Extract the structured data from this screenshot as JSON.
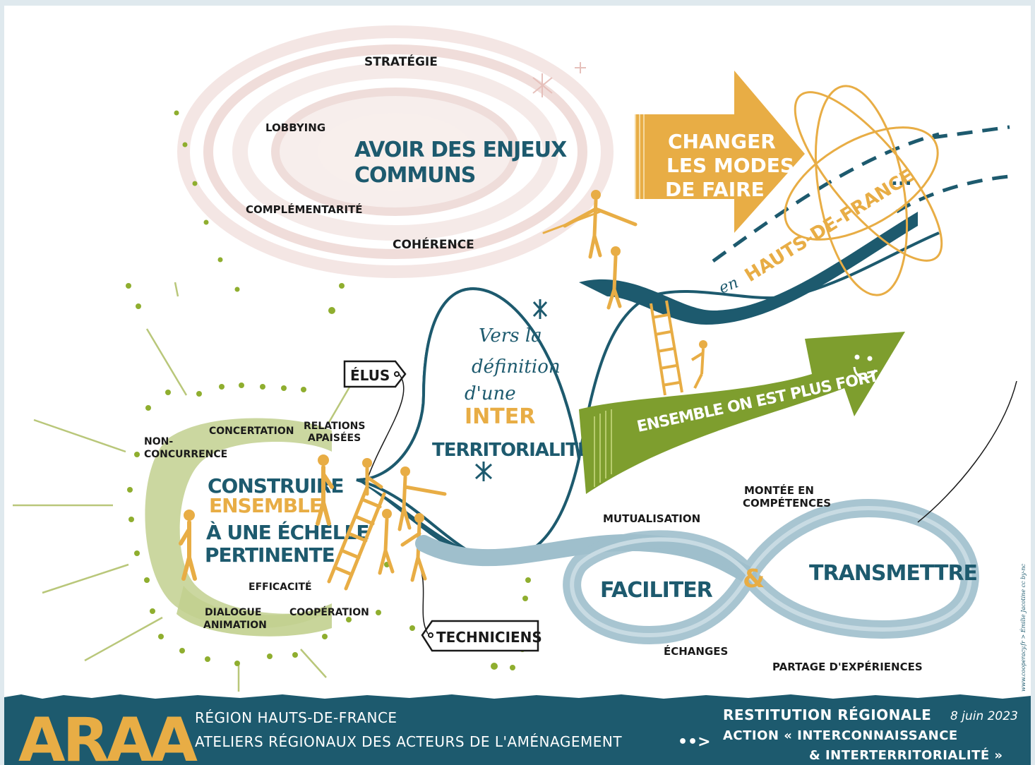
{
  "sun_cloud": {
    "title_line1": "AVOIR DES ENJEUX",
    "title_line2": "COMMUNS",
    "keywords": [
      "STRATÉGIE",
      "LOBBYING",
      "COMPLÉMENTARITÉ",
      "COHÉRENCE"
    ]
  },
  "arrow_orange": {
    "line1": "CHANGER",
    "line2": "LES MODES",
    "line3": "DE FAIRE"
  },
  "road_label": {
    "prefix": "en",
    "text": "HAUTS-DE-FRANCE",
    "ellipsis": "..."
  },
  "center_bubble": {
    "line1": "Vers la",
    "line2": "définition",
    "line3": "d'une",
    "line4": "INTER",
    "line5": "TERRITORIALITÉ"
  },
  "arrow_green": {
    "text": "ENSEMBLE ON EST PLUS FORT",
    "smiley": "ᵕ̈"
  },
  "left_circle": {
    "title_line1": "CONSTRUIRE",
    "title_line2": "ENSEMBLE",
    "title_line3": "À UNE ÉCHELLE",
    "title_line4": "PERTINENTE",
    "kw_non_1": "NON-",
    "kw_non_2": "CONCURRENCE",
    "kw_concertation": "CONCERTATION",
    "kw_relations_1": "RELATIONS",
    "kw_relations_2": "APAISÉES",
    "kw_efficacite": "EFFICACITÉ",
    "kw_dialogue_1": "DIALOGUE",
    "kw_dialogue_2": "ANIMATION",
    "kw_cooperation": "COOPÉRATION"
  },
  "tags": {
    "elus": "ÉLUS",
    "techniciens": "TECHNICIENS"
  },
  "infinity": {
    "left": "FACILITER",
    "amp": "&",
    "right": "TRANSMETTRE",
    "kw_mutualisation": "MUTUALISATION",
    "kw_montee_1": "MONTÉE EN",
    "kw_montee_2": "COMPÉTENCES",
    "kw_echanges": "ÉCHANGES",
    "kw_partage": "PARTAGE D'EXPÉRIENCES"
  },
  "credit": "www.cooperacy.fr > Émilie Jacotine cc by-nc",
  "footer": {
    "logo": "ARAA",
    "line1": "RÉGION HAUTS-DE-FRANCE",
    "line2": "ATELIERS RÉGIONAUX DES ACTEURS DE L'AMÉNAGEMENT",
    "arrow": "••>",
    "right1": "RESTITUTION RÉGIONALE",
    "date": "8 juin 2023",
    "right2": "ACTION « INTERCONNAISSANCE",
    "right3": "& INTERTERRITORIALITÉ »"
  },
  "colors": {
    "teal": "#1d5a6e",
    "gold": "#e8ad45",
    "green": "#7e9e2e",
    "light_green": "#c2d08f",
    "light_blue": "#9fbfcc",
    "pink": "#e9d3d0",
    "footer": "#1d5a6e"
  }
}
